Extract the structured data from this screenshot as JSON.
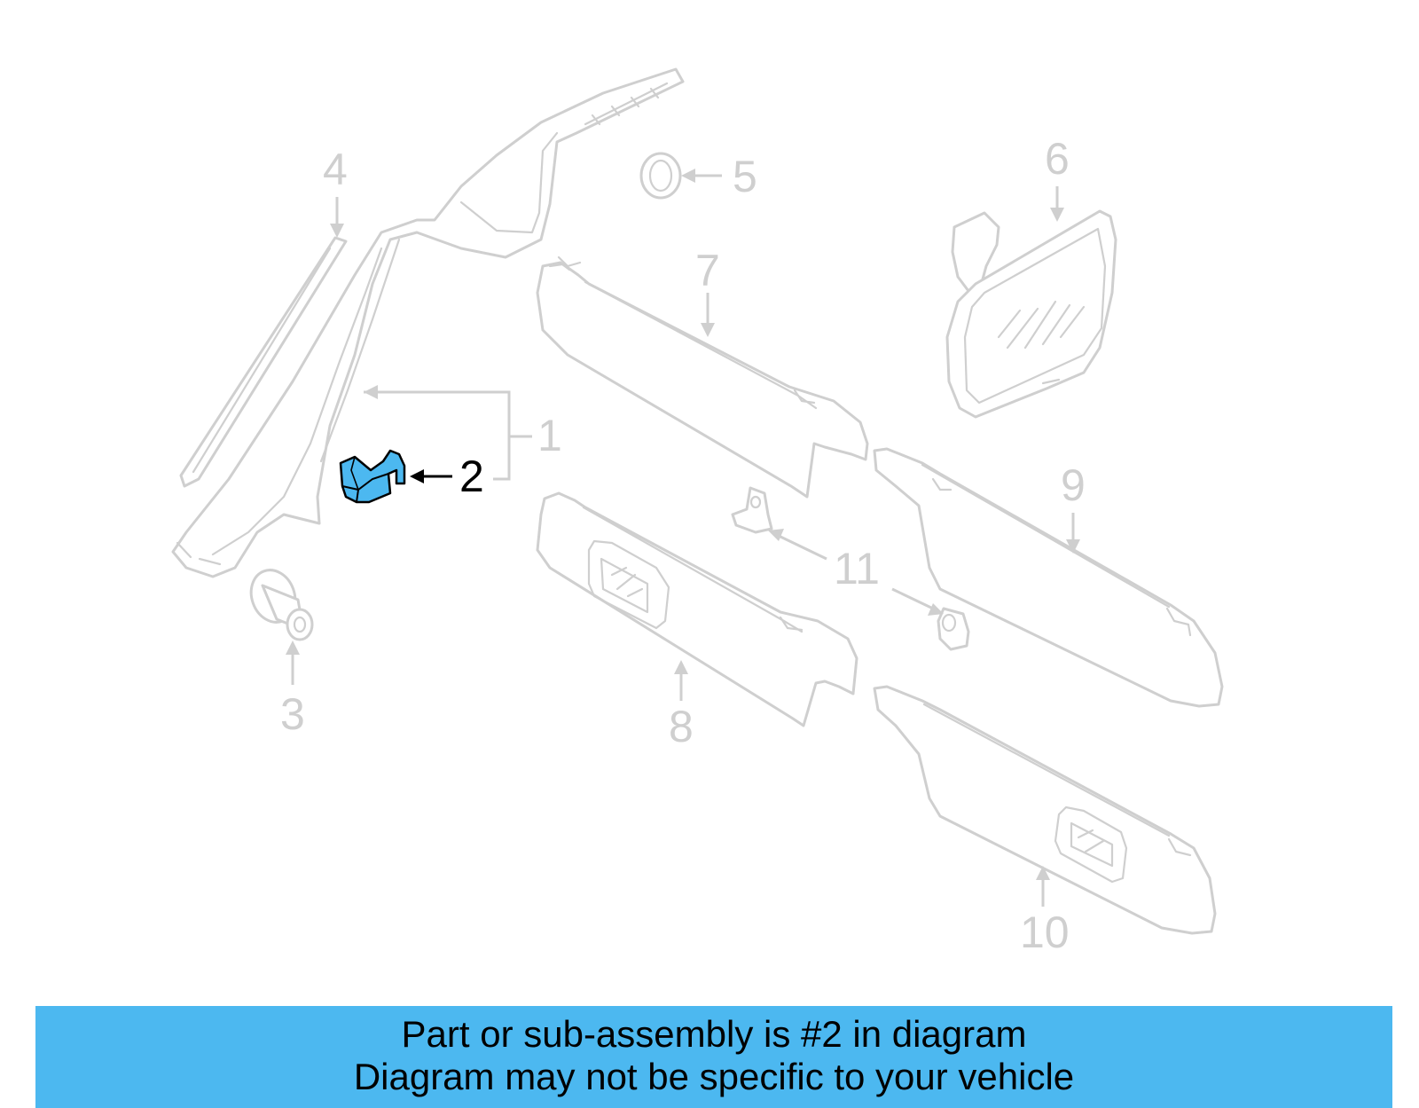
{
  "callouts": [
    {
      "id": "1",
      "label": "1",
      "highlighted": false
    },
    {
      "id": "2",
      "label": "2",
      "highlighted": true
    },
    {
      "id": "3",
      "label": "3",
      "highlighted": false
    },
    {
      "id": "4",
      "label": "4",
      "highlighted": false
    },
    {
      "id": "5",
      "label": "5",
      "highlighted": false
    },
    {
      "id": "6",
      "label": "6",
      "highlighted": false
    },
    {
      "id": "7",
      "label": "7",
      "highlighted": false
    },
    {
      "id": "8",
      "label": "8",
      "highlighted": false
    },
    {
      "id": "9",
      "label": "9",
      "highlighted": false
    },
    {
      "id": "10",
      "label": "10",
      "highlighted": false
    },
    {
      "id": "11",
      "label": "11",
      "highlighted": false
    }
  ],
  "banner": {
    "line1": "Part or sub-assembly is #2 in diagram",
    "line2": "Diagram may not be specific to your vehicle"
  },
  "colors": {
    "highlight_part": "#4cb8f0",
    "banner_background": "#4cb8f0",
    "line_art": "#cfcfcf",
    "active_callout": "#000000"
  }
}
